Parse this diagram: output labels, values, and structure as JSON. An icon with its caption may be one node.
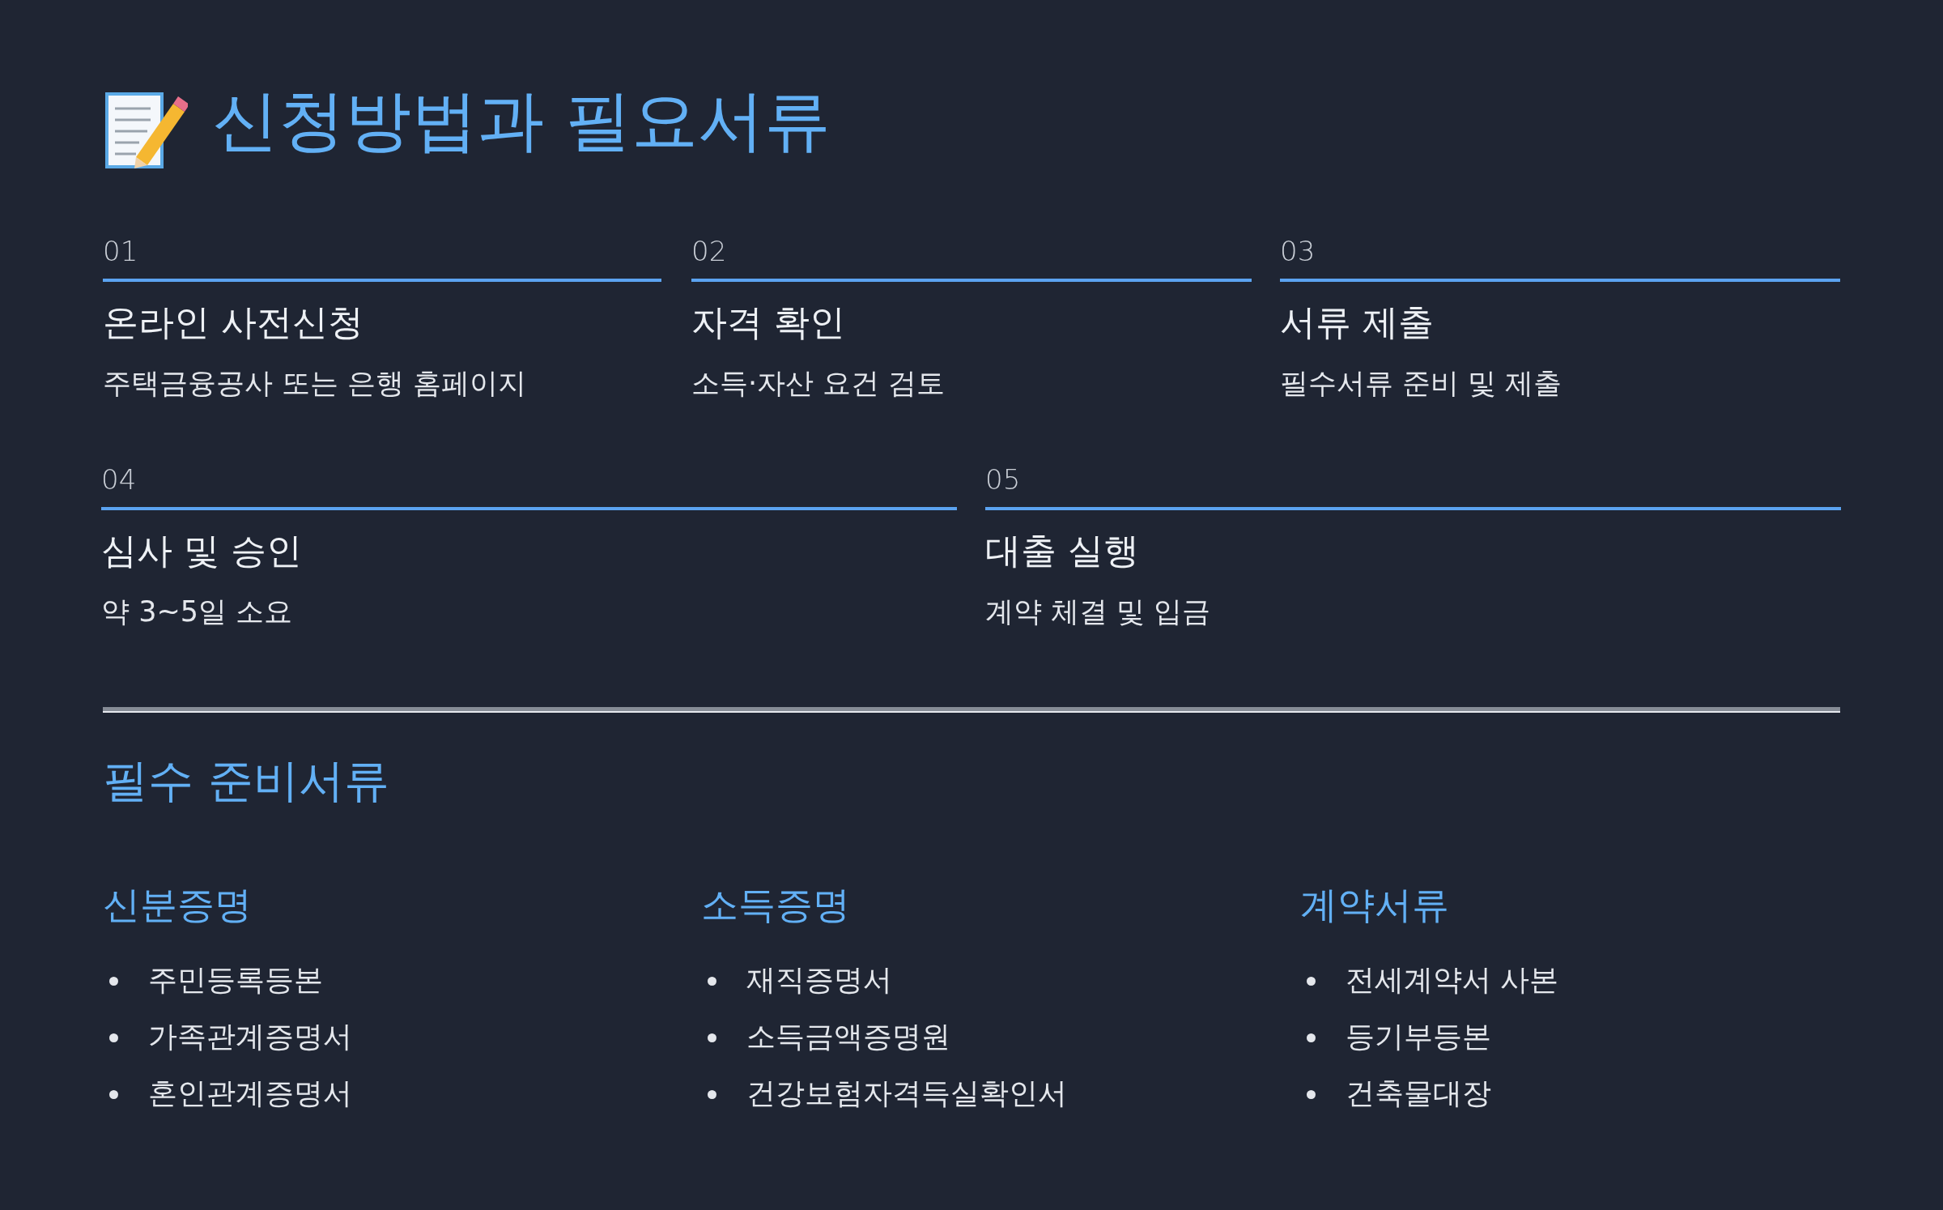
{
  "diagram": {
    "title": "신청방법과 필요서류",
    "labels": [
      "01",
      "온라인 사전신청",
      "주택금융공사 또는 은행 홈페이지",
      "02",
      "자격 확인",
      "소득·자산 요건 검토",
      "03",
      "서류 제출",
      "필수서류 준비 및 제출",
      "04",
      "심사 및 승인",
      "약 3~5일 소요",
      "05",
      "대출 실행",
      "계약 체결 및 입금",
      "필수 준비서류",
      "신분증명",
      "주민등록등본",
      "가족관계증명서",
      "혼인관계증명서",
      "소득증명",
      "재직증명서",
      "소득금액증명원",
      "건강보험자격득실확인서",
      "계약서류",
      "전세계약서 사본",
      "등기부등본",
      "건축물대장"
    ]
  }
}
